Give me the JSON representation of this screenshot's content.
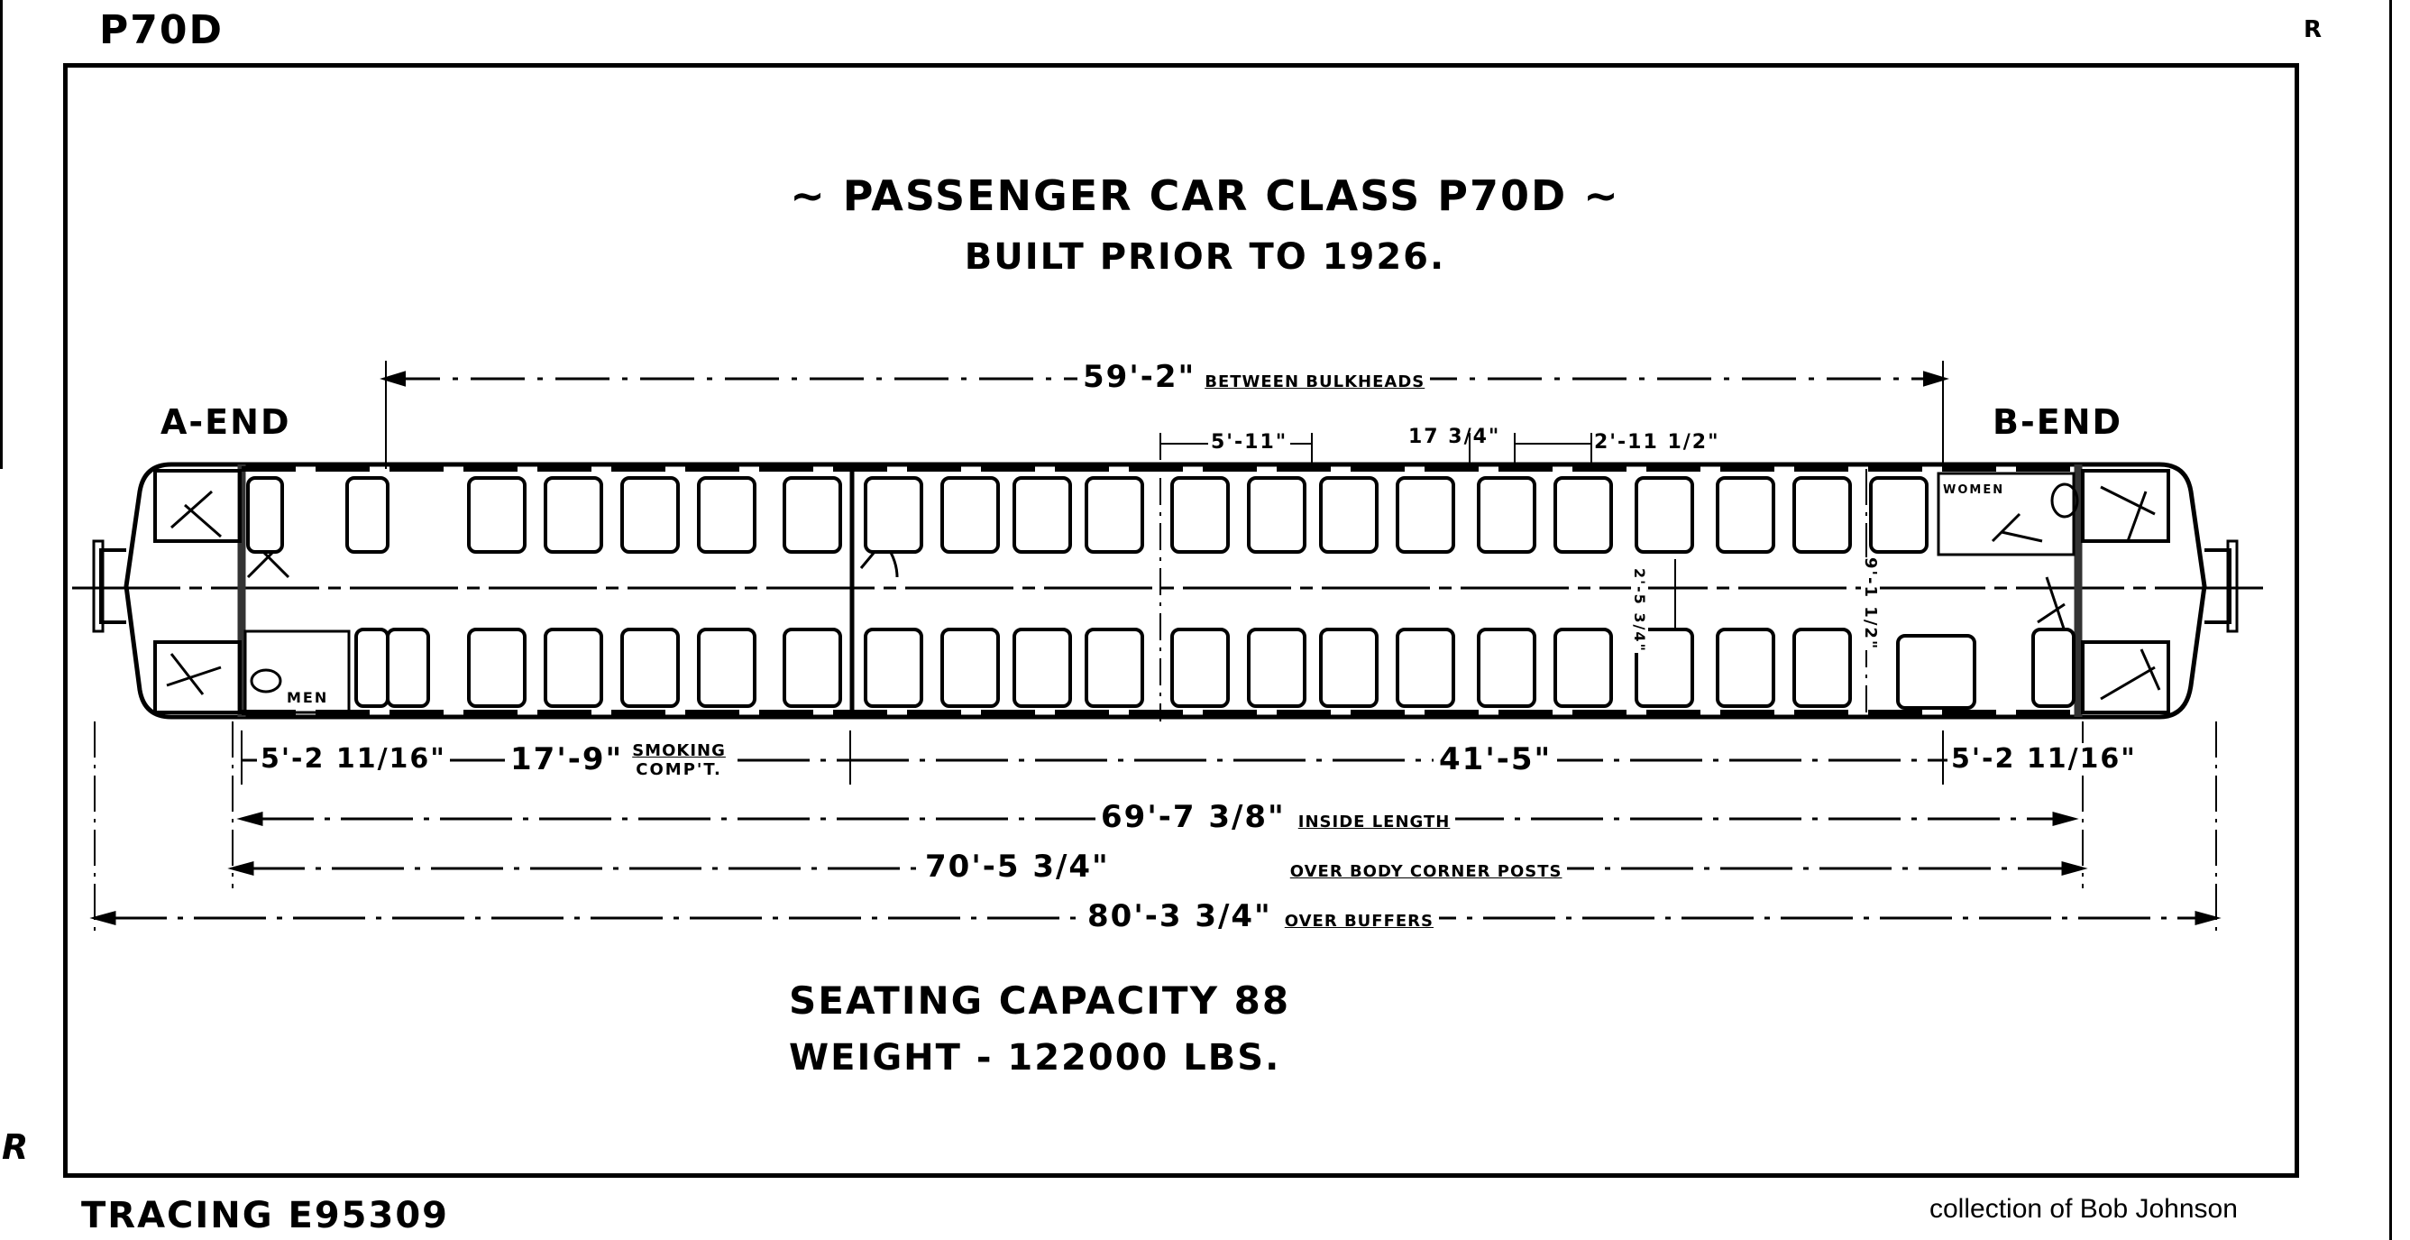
{
  "header": {
    "class_code": "P70D",
    "corner_mark_right": "R",
    "corner_mark_left": "R"
  },
  "drawing": {
    "title": "~ PASSENGER CAR CLASS P70D ~",
    "subtitle": "BUILT PRIOR TO 1926.",
    "end_labels": {
      "a_end": "A-END",
      "b_end": "B-END"
    },
    "room_labels": {
      "men": "MEN",
      "women": "WOMEN"
    },
    "dimensions": {
      "between_bulkheads": {
        "value": "59'-2\"",
        "note": "BETWEEN BULKHEADS"
      },
      "seat_pitch": {
        "value": "5'-11\""
      },
      "aisle": {
        "value": "17 3/4\""
      },
      "seat_width": {
        "value": "2'-11 1/2\""
      },
      "half_width": {
        "value": "2'-5 3/4\""
      },
      "inside_width": {
        "value": "9'-1 1/2\""
      },
      "a_end_vestibule": {
        "value": "5'-2 11/16\""
      },
      "smoking_compartment": {
        "value": "17'-9\"",
        "note_line1": "SMOKING",
        "note_line2": "COMP'T."
      },
      "main_compartment": {
        "value": "41'-5\""
      },
      "b_end_vestibule": {
        "value": "5'-2 11/16\""
      },
      "inside_length": {
        "value": "69'-7 3/8\"",
        "note": "INSIDE LENGTH"
      },
      "over_corner_posts": {
        "value": "70'-5 3/4\"",
        "note": "OVER BODY CORNER POSTS"
      },
      "over_buffers": {
        "value": "80'-3 3/4\"",
        "note": "OVER BUFFERS"
      }
    },
    "specs": {
      "seating": "SEATING CAPACITY 88",
      "weight": "WEIGHT - 122000 LBS."
    }
  },
  "footer": {
    "tracing": "TRACING E95309",
    "credit": "collection of Bob Johnson"
  }
}
